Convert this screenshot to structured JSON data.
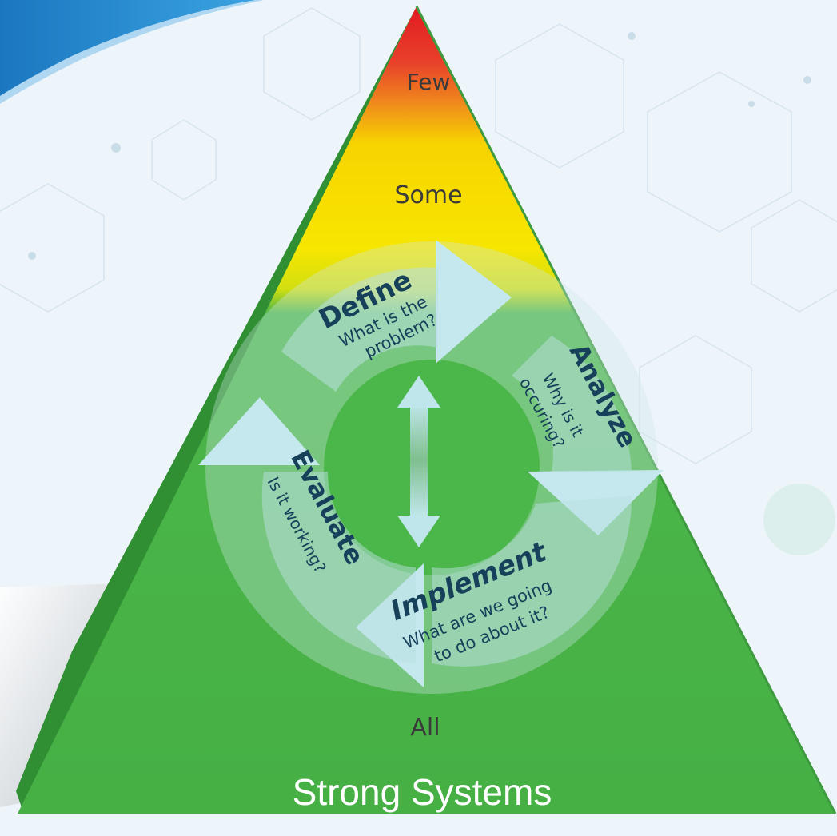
{
  "pyramid": {
    "tiers": {
      "top": "Few",
      "middle": "Some",
      "bottom": "All"
    },
    "caption": "Strong Systems",
    "colors": {
      "red": "#e21a22",
      "orange": "#f08a1c",
      "yellow": "#f7e400",
      "green": "#4bb64a"
    }
  },
  "cycle": {
    "define": {
      "title": "Define",
      "line1": "What is the",
      "line2": "problem?"
    },
    "analyze": {
      "title": "Analyze",
      "line1": "Why is it",
      "line2": "occuring?"
    },
    "implement": {
      "title": "Implement",
      "line1": "What are we going",
      "line2": "to do about it?"
    },
    "evaluate": {
      "title": "Evaluate",
      "line1": "Is it working?"
    }
  }
}
